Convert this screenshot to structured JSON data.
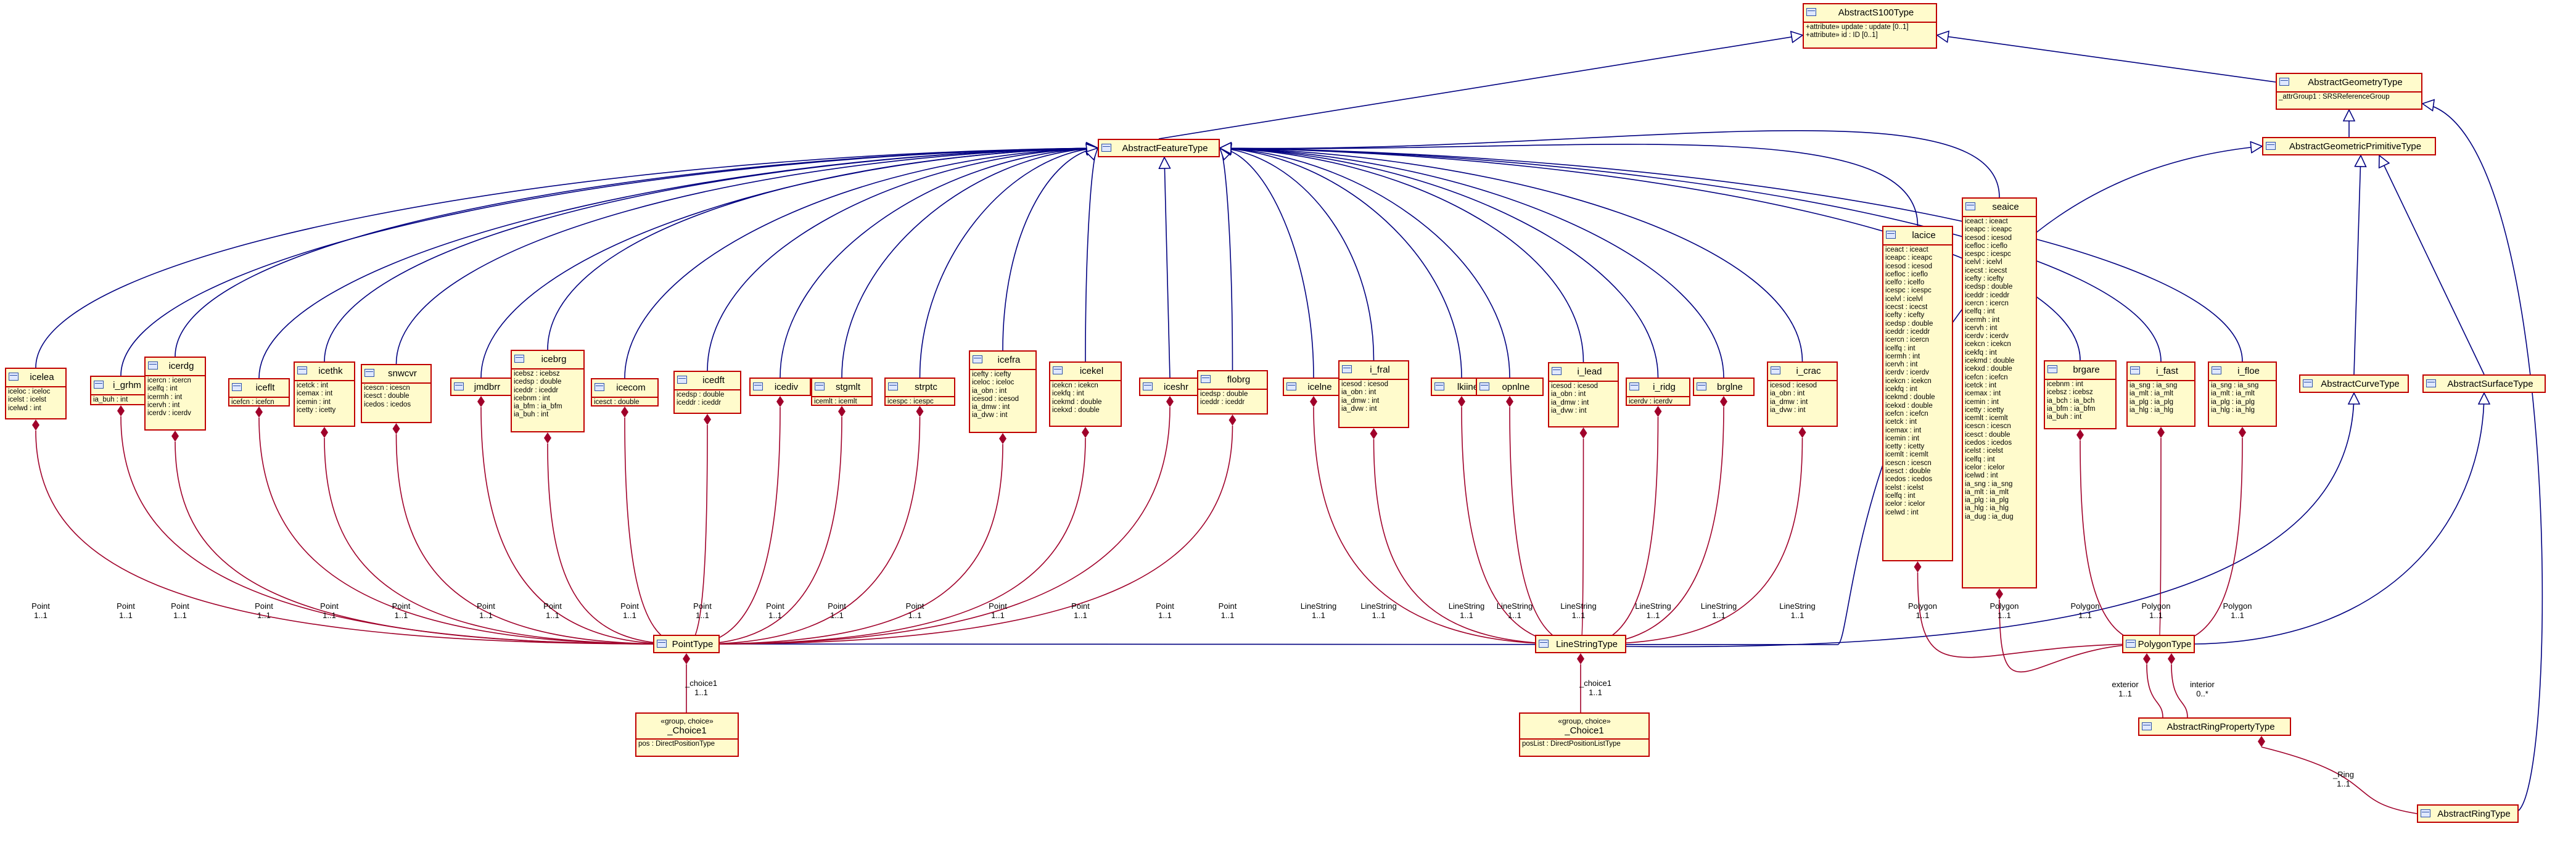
{
  "classes": {
    "abstract_s100": {
      "name": "AbstractS100Type",
      "attrs": [
        "+attribute» update : update [0..1]",
        "+attribute» id : ID [0..1]"
      ]
    },
    "abstract_geometry": {
      "name": "AbstractGeometryType",
      "attrs": [
        "_attrGroup1 : SRSReferenceGroup"
      ]
    },
    "abstract_feature": {
      "name": "AbstractFeatureType",
      "attrs": []
    },
    "abstract_geom_prim": {
      "name": "AbstractGeometricPrimitiveType",
      "attrs": []
    },
    "abstract_curve": {
      "name": "AbstractCurveType",
      "attrs": []
    },
    "abstract_surface": {
      "name": "AbstractSurfaceType",
      "attrs": []
    },
    "icelea": {
      "name": "icelea",
      "attrs": [
        "iceloc : iceloc",
        "icelst : icelst",
        "icelwd : int"
      ]
    },
    "i_grhm": {
      "name": "i_grhm",
      "attrs": [
        "ia_buh : int"
      ]
    },
    "icerdg": {
      "name": "icerdg",
      "attrs": [
        "icercn : icercn",
        "icelfq : int",
        "icermh : int",
        "icervh : int",
        "icerdv : icerdv"
      ]
    },
    "iceflt": {
      "name": "iceflt",
      "attrs": [
        "icefcn : icefcn"
      ]
    },
    "icethk": {
      "name": "icethk",
      "attrs": [
        "icetck : int",
        "icemax : int",
        "icemin : int",
        "icetty : icetty"
      ]
    },
    "snwcvr": {
      "name": "snwcvr",
      "attrs": [
        "icescn : icescn",
        "icesct : double",
        "icedos : icedos"
      ]
    },
    "jmdbrr": {
      "name": "jmdbrr",
      "attrs": []
    },
    "icebrg": {
      "name": "icebrg",
      "attrs": [
        "icebsz : icebsz",
        "icedsp : double",
        "iceddr : iceddr",
        "icebnm : int",
        "ia_bfm : ia_bfm",
        "ia_buh : int"
      ]
    },
    "icecom": {
      "name": "icecom",
      "attrs": [
        "icesct : double"
      ]
    },
    "icedft": {
      "name": "icedft",
      "attrs": [
        "icedsp : double",
        "iceddr : iceddr"
      ]
    },
    "icediv": {
      "name": "icediv",
      "attrs": []
    },
    "stgmlt": {
      "name": "stgmlt",
      "attrs": [
        "icemlt : icemlt"
      ]
    },
    "strptc": {
      "name": "strptc",
      "attrs": [
        "icespc : icespc"
      ]
    },
    "icefra": {
      "name": "icefra",
      "attrs": [
        "icefty : icefty",
        "iceloc : iceloc",
        "ia_obn : int",
        "icesod : icesod",
        "ia_dmw : int",
        "ia_dvw : int"
      ]
    },
    "icekel": {
      "name": "icekel",
      "attrs": [
        "icekcn : icekcn",
        "icekfq : int",
        "icekmd : double",
        "icekxd : double"
      ]
    },
    "iceshr": {
      "name": "iceshr",
      "attrs": []
    },
    "flobrg": {
      "name": "flobrg",
      "attrs": [
        "icedsp : double",
        "iceddr : iceddr"
      ]
    },
    "icelne": {
      "name": "icelne",
      "attrs": []
    },
    "i_fral": {
      "name": "i_fral",
      "attrs": [
        "icesod : icesod",
        "ia_obn : int",
        "ia_dmw : int",
        "ia_dvw : int"
      ]
    },
    "lkiine": {
      "name": "lkiine",
      "attrs": []
    },
    "opnlne": {
      "name": "opnlne",
      "attrs": []
    },
    "i_lead": {
      "name": "i_lead",
      "attrs": [
        "icesod : icesod",
        "ia_obn : int",
        "ia_dmw : int",
        "ia_dvw : int"
      ]
    },
    "i_ridg": {
      "name": "i_ridg",
      "attrs": [
        "icerdv : icerdv"
      ]
    },
    "brglne": {
      "name": "brglne",
      "attrs": []
    },
    "i_crac": {
      "name": "i_crac",
      "attrs": [
        "icesod : icesod",
        "ia_obn : int",
        "ia_dmw : int",
        "ia_dvw : int"
      ]
    },
    "lacice": {
      "name": "lacice",
      "attrs": [
        "iceact : iceact",
        "iceapc : iceapc",
        "icesod : icesod",
        "icefloc : iceflo",
        "icelfo : icelfo",
        "icespc : icespc",
        "icelvl : icelvl",
        "icecst : icecst",
        "icefty : icefty",
        "icedsp : double",
        "iceddr : iceddr",
        "icercn : icercn",
        "icelfq : int",
        "icermh : int",
        "icervh : int",
        "icerdv : icerdv",
        "icekcn : icekcn",
        "icekfq : int",
        "icekmd : double",
        "icekxd : double",
        "icefcn : icefcn",
        "icetck : int",
        "icemax : int",
        "icemin : int",
        "icetty : icetty",
        "icemlt : icemlt",
        "icescn : icescn",
        "icesct : double",
        "icedos : icedos",
        "icelst : icelst",
        "icelfq : int",
        "icelor : icelor",
        "icelwd : int"
      ]
    },
    "seaice": {
      "name": "seaice",
      "attrs": [
        "iceact : iceact",
        "iceapc : iceapc",
        "icesod : icesod",
        "icefloc : iceflo",
        "icespc : icespc",
        "icelvl : icelvl",
        "icecst : icecst",
        "icefty : icefty",
        "icedsp : double",
        "iceddr : iceddr",
        "icercn : icercn",
        "icelfq : int",
        "icermh : int",
        "icervh : int",
        "icerdv : icerdv",
        "icekcn : icekcn",
        "icekfq : int",
        "icekmd : double",
        "icekxd : double",
        "icefcn : icefcn",
        "icetck : int",
        "icemax : int",
        "icemin : int",
        "icetty : icetty",
        "icemlt : icemlt",
        "icescn : icescn",
        "icesct : double",
        "icedos : icedos",
        "icelst : icelst",
        "icelfq : int",
        "icelor : icelor",
        "icelwd : int",
        "ia_sng : ia_sng",
        "ia_mlt : ia_mlt",
        "ia_plg : ia_plg",
        "ia_hlg : ia_hlg",
        "ia_dug : ia_dug"
      ]
    },
    "brgare": {
      "name": "brgare",
      "attrs": [
        "icebnm : int",
        "icebsz : icebsz",
        "ia_bch : ia_bch",
        "ia_bfm : ia_bfm",
        "ia_buh : int"
      ]
    },
    "i_fast": {
      "name": "i_fast",
      "attrs": [
        "ia_sng : ia_sng",
        "ia_mlt : ia_mlt",
        "ia_plg : ia_plg",
        "ia_hlg : ia_hlg"
      ]
    },
    "i_floe": {
      "name": "i_floe",
      "attrs": [
        "ia_sng : ia_sng",
        "ia_mlt : ia_mlt",
        "ia_plg : ia_plg",
        "ia_hlg : ia_hlg"
      ]
    },
    "point_type": {
      "name": "PointType",
      "attrs": []
    },
    "linestring_type": {
      "name": "LineStringType",
      "attrs": []
    },
    "polygon_type": {
      "name": "PolygonType",
      "attrs": []
    },
    "choice_point": {
      "stereotype": "«group, choice»",
      "name": "_Choice1",
      "attrs": [
        "pos : DirectPositionType"
      ]
    },
    "choice_line": {
      "stereotype": "«group, choice»",
      "name": "_Choice1",
      "attrs": [
        "posList : DirectPositionListType"
      ]
    },
    "abstract_ring_prop": {
      "name": "AbstractRingPropertyType",
      "attrs": []
    },
    "abstract_ring": {
      "name": "AbstractRingType",
      "attrs": []
    }
  },
  "labels": {
    "point_role": "Point",
    "linestring_role": "LineString",
    "polygon_role": "Polygon",
    "mult_one": "1..1",
    "choice_role": "_choice1",
    "exterior_role": "exterior",
    "interior_role": "interior",
    "interior_mult": "0..*",
    "ring_role": "_Ring"
  },
  "colors": {
    "class_fill": "#fffbcc",
    "class_border": "#c00000",
    "generalization_line": "#000080",
    "association_line": "#a0002a"
  }
}
